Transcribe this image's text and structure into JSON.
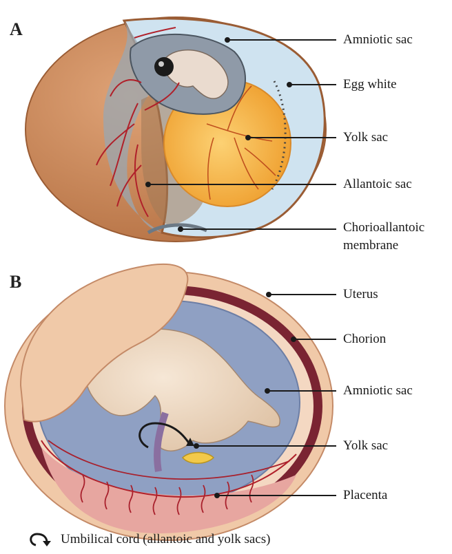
{
  "panels": {
    "a": {
      "letter": "A",
      "labels": {
        "amniotic_sac": "Amniotic sac",
        "egg_white": "Egg white",
        "yolk_sac": "Yolk sac",
        "allantoic_sac": "Allantoic sac",
        "chorioallantoic_line1": "Chorioallantoic",
        "chorioallantoic_line2": "membrane"
      }
    },
    "b": {
      "letter": "B",
      "labels": {
        "uterus": "Uterus",
        "chorion": "Chorion",
        "amniotic_sac": "Amniotic sac",
        "yolk_sac": "Yolk sac",
        "placenta": "Placenta"
      }
    }
  },
  "legend": {
    "icon": "curved-arrow-icon",
    "text": "Umbilical cord (allantoic and yolk sacs)"
  },
  "colors": {
    "eggshell": "#c98a5a",
    "egg_white": "#cfe3f0",
    "yolk": "#f2a93a",
    "amnion_gray": "#8f9aa8",
    "vessel_red": "#b0202a",
    "uterus_skin": "#f0c9a8",
    "chorion_dark": "#7a2432",
    "amniotic_fluid": "#8fa0c3",
    "fetus": "#efd9c3",
    "placenta_pink": "#e7a6a0"
  }
}
